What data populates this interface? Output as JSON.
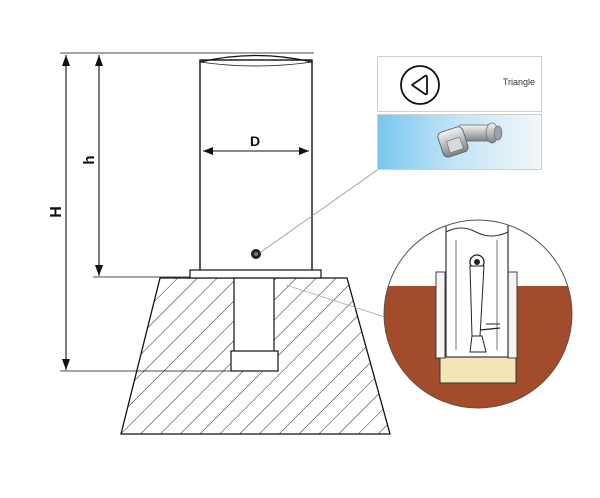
{
  "labels": {
    "overall_height": "H",
    "post_height": "h",
    "diameter": "D"
  },
  "key": {
    "type_label": "Triangle",
    "icon": "triangle-key-icon"
  },
  "colors": {
    "soil": "#a34c2c",
    "sand": "#f5e4b6",
    "photo_blue": "#79c6ee",
    "line": "#111111"
  }
}
